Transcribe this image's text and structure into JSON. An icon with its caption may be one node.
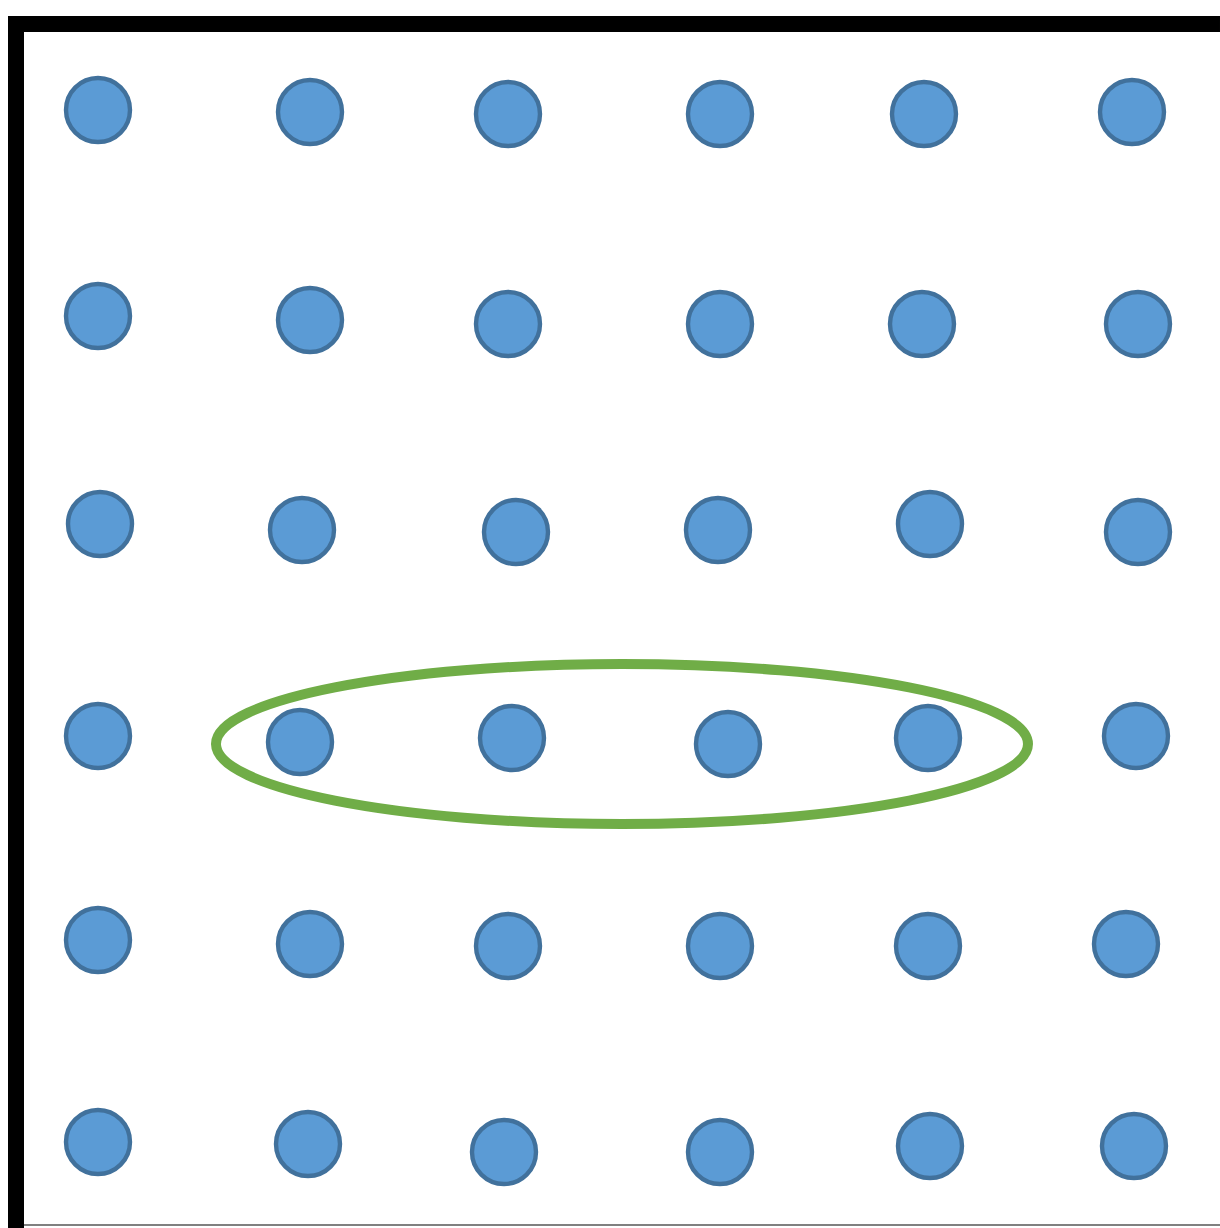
{
  "diagram": {
    "nodes": [
      {
        "text": [],
        "shape": "circle"
      },
      {
        "text": [],
        "shape": "circle"
      },
      {
        "text": [],
        "shape": "circle"
      },
      {
        "text": [],
        "shape": "circle"
      },
      {
        "text": [],
        "shape": "circle"
      },
      {
        "text": [],
        "shape": "circle"
      },
      {
        "text": [],
        "shape": "circle"
      },
      {
        "text": [],
        "shape": "circle"
      },
      {
        "text": [],
        "shape": "circle"
      },
      {
        "text": [],
        "shape": "circle"
      },
      {
        "text": [],
        "shape": "circle"
      },
      {
        "text": [],
        "shape": "circle"
      },
      {
        "text": [],
        "shape": "circle"
      },
      {
        "text": [],
        "shape": "circle"
      },
      {
        "text": [],
        "shape": "circle"
      },
      {
        "text": [],
        "shape": "circle"
      },
      {
        "text": [],
        "shape": "circle"
      },
      {
        "text": [],
        "shape": "circle"
      },
      {
        "text": [],
        "shape": "ellipse"
      },
      {
        "text": [],
        "shape": "circle"
      },
      {
        "text": [],
        "shape": "circle",
        "in": 18
      },
      {
        "text": [],
        "shape": "circle",
        "in": 18
      },
      {
        "text": [],
        "shape": "circle",
        "in": 18
      },
      {
        "text": [],
        "shape": "circle",
        "in": 18
      },
      {
        "text": [],
        "shape": "circle"
      },
      {
        "text": [],
        "shape": "circle"
      },
      {
        "text": [],
        "shape": "circle"
      },
      {
        "text": [],
        "shape": "circle"
      },
      {
        "text": [],
        "shape": "circle"
      },
      {
        "text": [],
        "shape": "circle"
      },
      {
        "text": [],
        "shape": "circle"
      },
      {
        "text": [],
        "shape": "circle"
      },
      {
        "text": [],
        "shape": "circle"
      },
      {
        "text": [],
        "shape": "circle"
      },
      {
        "text": [],
        "shape": "circle"
      },
      {
        "text": [],
        "shape": "circle"
      },
      {
        "text": [],
        "shape": "circle"
      }
    ]
  }
}
